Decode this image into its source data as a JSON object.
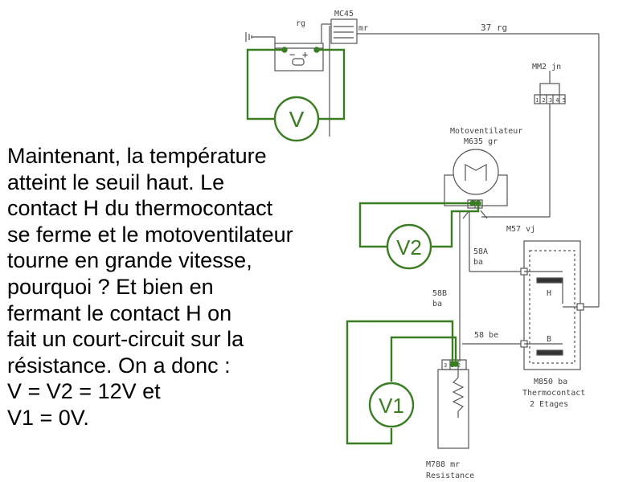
{
  "explanation_lines": [
    "Maintenant, la température",
    "atteint le seuil haut. Le",
    "contact H du thermocontact",
    "se ferme et le motoventilateur",
    "tourne en grande vitesse,",
    "pourquoi ? Et bien en",
    "fermant le contact H on",
    "fait un court-circuit sur la",
    "résistance. On a donc :",
    "V = V2 = 12V et",
    "V1 = 0V."
  ],
  "voltmeters": {
    "v": "V",
    "v1": "V1",
    "v2": "V2"
  },
  "schematic_labels": {
    "mc45": "MC45",
    "mr_top": "mr",
    "rg": "rg",
    "wire_37": "37 rg",
    "mm2": "MM2 jn",
    "mm2_pins": "1 2 3 4 5",
    "fan_title": "Motoventilateur",
    "fan_ref": "M635 gr",
    "wire_57": "M57 vj",
    "wire_58a": "58A",
    "wire_58a_color": "ba",
    "wire_58b": "58B",
    "wire_58b_color": "ba",
    "wire_58": "58 be",
    "contact_h": "H",
    "contact_b": "B",
    "thermo_ref": "M850 ba",
    "thermo_title": "Thermocontact",
    "thermo_sub": "2 Etages",
    "res_ref": "M788 mr",
    "res_title": "Resistance",
    "res_pins": "3 1 2"
  },
  "colors": {
    "measurement": "#3a7d22",
    "schematic": "#555555"
  }
}
